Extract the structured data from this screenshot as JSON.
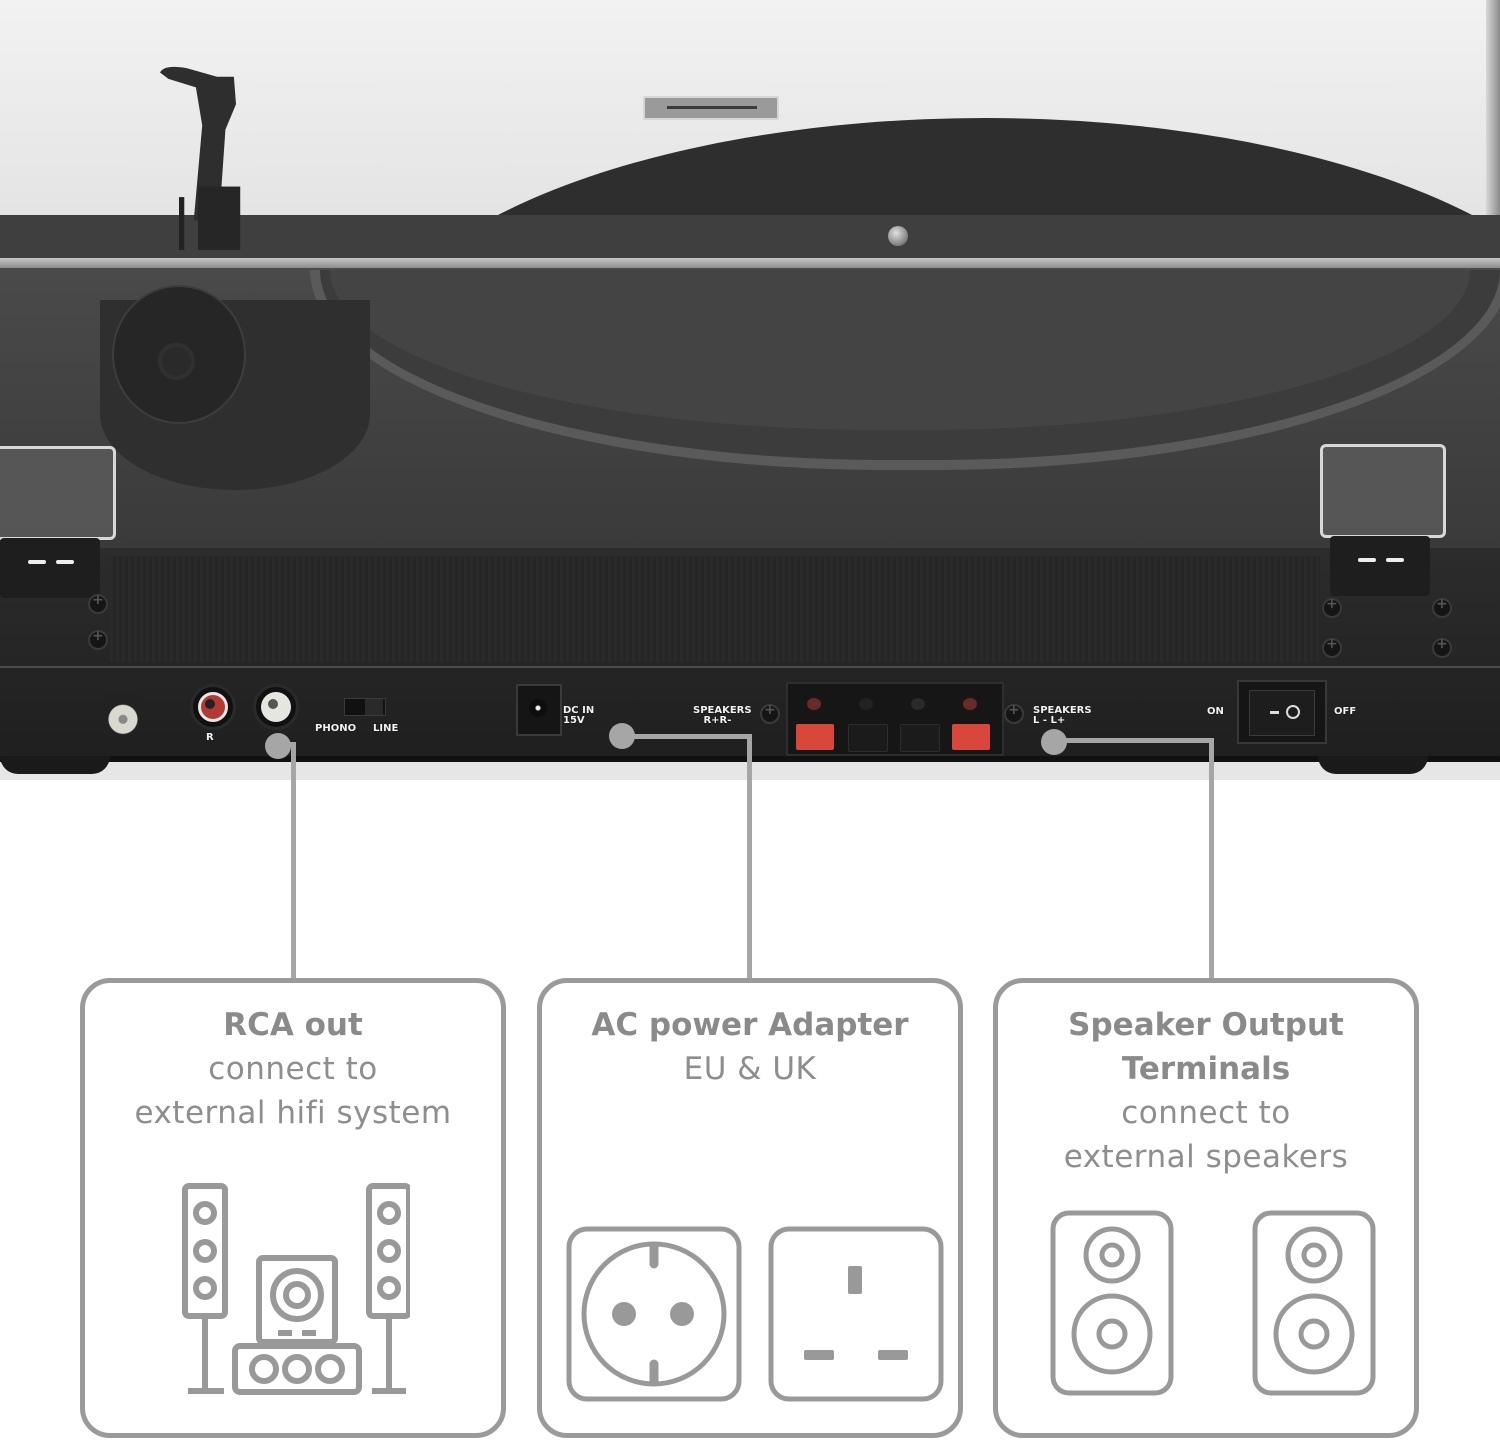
{
  "photo": {
    "subject": "turntable-rear-view",
    "back_panel_labels": {
      "rca_right": "R",
      "phono": "PHONO",
      "line": "LINE",
      "dc_in": "DC IN\n15V",
      "speakers_right": "SPEAKERS\n   R+R-",
      "speakers_left": "SPEAKERS\nL - L+",
      "power_on": "ON",
      "power_off": "OFF"
    },
    "colors": {
      "rca_right_ring": "#b23a33",
      "rca_left_ring": "#e6e6e0",
      "terminal_red": "#d9473a",
      "panel": "#232323"
    }
  },
  "callouts": {
    "line_color": "#a6a6a6",
    "cards": [
      {
        "id": "rca-out",
        "title": "RCA out",
        "subtitle_lines": [
          "connect to",
          "external hifi system"
        ],
        "icon": "home-theater-speakers-icon"
      },
      {
        "id": "ac-power",
        "title": "AC power Adapter",
        "subtitle_lines": [
          "EU & UK"
        ],
        "icons": [
          "eu-socket-icon",
          "uk-socket-icon"
        ]
      },
      {
        "id": "speaker-output",
        "title_lines": [
          "Speaker Output",
          "Terminals"
        ],
        "subtitle_lines": [
          "connect to",
          "external speakers"
        ],
        "icons": [
          "speaker-icon",
          "speaker-icon"
        ]
      }
    ],
    "card_border_color": "#9a9a9a",
    "text_color": "#8e8e8e"
  }
}
